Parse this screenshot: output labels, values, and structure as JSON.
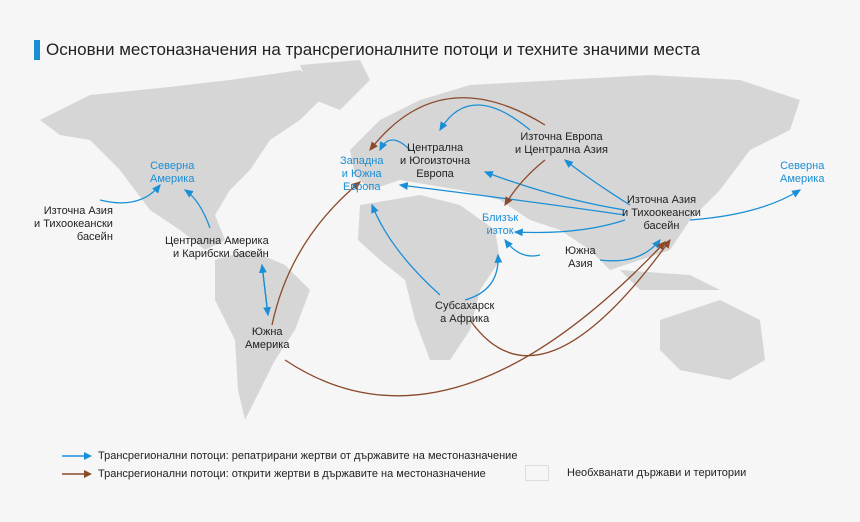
{
  "title": "Основни местоназначения на трансрегионалните потоци и техните значими места",
  "regions": {
    "na_west": "Северна\nАмерика",
    "na_east": "Северна\nАмерика",
    "east_asia_left": "Източна Азия\nи Тихоокеански\nбасейн",
    "central_america": "Централна Америка\nи Карибски басейн",
    "south_america": "Южна\nАмерика",
    "west_south_europe": "Западна\nи Южна\nЕвропа",
    "central_se_europe": "Централна\nи Югоизточна\nЕвропа",
    "east_europe_ca": "Източна Европа\nи Централна Азия",
    "east_asia_right": "Източна Азия\nи Тихоокеански\nбасейн",
    "middle_east": "Близък\nизток",
    "south_asia": "Южна\nАзия",
    "subsaharan": "Субсахарск\nа Африка"
  },
  "legend": {
    "blue": "Трансрегионални потоци: репатрирани жертви от държавите на местоназначение",
    "brown": "Трансрегионални потоци: открити жертви в държавите на местоназначение",
    "uncovered": "Необхванати държави и територии"
  },
  "colors": {
    "blue": "#1a8fd6",
    "brown": "#8b4a2b",
    "land": "#d6d6d6"
  }
}
